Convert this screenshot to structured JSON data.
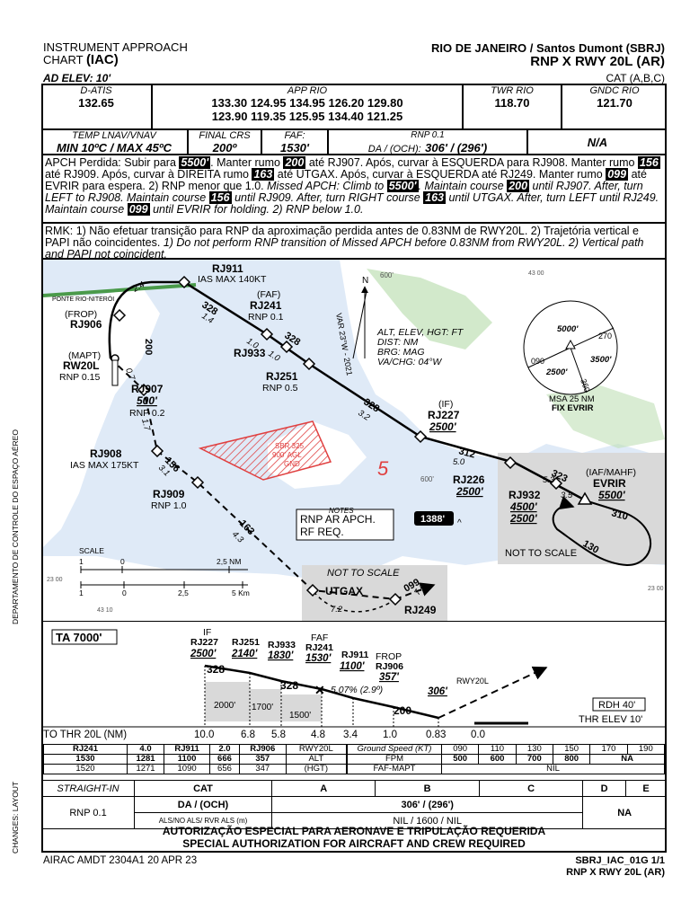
{
  "header": {
    "left_line1": "INSTRUMENT APPROACH",
    "left_line2": "CHART",
    "left_line2_bold": "(IAC)",
    "ad_elev": "AD ELEV: 10'",
    "airport": "RIO DE JANEIRO / Santos Dumont (SBRJ)",
    "procedure": "RNP X RWY 20L (AR)",
    "category": "CAT (A,B,C)"
  },
  "side_label": "DEPARTAMENTO DE CONTROLE DO ESPAÇO AÉREO",
  "side_label2": "CHANGES: LAYOUT",
  "comms": [
    {
      "label": "D-ATIS",
      "value": "132.65"
    },
    {
      "label": "APP RIO",
      "value": "133.30 124.95 134.95 126.20 129.80",
      "value2": "123.90 119.35 125.95 134.40 121.25"
    },
    {
      "label": "TWR RIO",
      "value": "118.70"
    },
    {
      "label": "GNDC RIO",
      "value": "121.70"
    }
  ],
  "row2": {
    "temp_label": "TEMP LNAV/VNAV",
    "temp_value": "MIN 10ºC / MAX 45ºC",
    "crs_label": "FINAL CRS",
    "crs_value": "200º",
    "faf_label": "FAF:",
    "faf_value": "1530'",
    "rnp_label": "RNP 0.1",
    "da_label": "DA / (OCH):",
    "da_value": "306' / (296')",
    "na": "N/A"
  },
  "missed": {
    "pt1": "APCH Perdida: Subir para",
    "alt": "5500'",
    "pt2": ". Manter rumo",
    "c200": "200",
    "pt3": "até RJ907. Após, curvar à ESQUERDA para RJ908. Manter rumo",
    "c156": "156",
    "pt4": "até RJ909. Após, curvar à DIREITA rumo",
    "c163": "163",
    "pt5": "até UTGAX. Após, curvar à ESQUERDA até RJ249. Manter rumo",
    "c099": "099",
    "pt6": "até EVRIR para espera.  2) RNP menor que 1.0.",
    "en1": "Missed APCH: Climb to",
    "en2": ". Maintain course",
    "en3": "until RJ907. After, turn LEFT to RJ908. Maintain course",
    "en4": "until RJ909. After, turn RIGHT course",
    "en5": "until UTGAX. After, turn LEFT until RJ249. Maintain course",
    "en6": "until EVRIR for holding. 2) RNP below 1.0."
  },
  "rmk": {
    "pt": "RMK: 1) Não efetuar transição para RNP da aproximação perdida antes de 0.83NM de RWY20L. 2) Trajetória vertical e PAPI não coincidentes.",
    "en": "1) Do not perform RNP transition of Missed APCH before 0.83NM from RWY20L. 2) Vertical path and PAPI not coincident."
  },
  "plan": {
    "rj911": "RJ911",
    "rj911_ias": "IAS MAX 140KT",
    "faf": "(FAF)",
    "rj241": "RJ241",
    "rj241_rnp": "RNP 0.1",
    "frop": "(FROP)",
    "rj906": "RJ906",
    "mapt": "(MAPT)",
    "rw20l": "RW20L",
    "rw_rnp": "RNP 0.15",
    "rj933": "RJ933",
    "rj251": "RJ251",
    "rj251_rnp": "RNP 0.5",
    "rj907": "RJ907",
    "rj907_alt": "500'",
    "rj907_rnp": "RNP 0.2",
    "if": "(IF)",
    "rj227": "RJ227",
    "rj227_alt": "2500'",
    "rj908": "RJ908",
    "rj908_ias": "IAS MAX 175KT",
    "rj909": "RJ909",
    "rj909_rnp": "RNP 1.0",
    "rj226": "RJ226",
    "rj226_alt": "2500'",
    "rj932": "RJ932",
    "rj932_alt1": "4500'",
    "rj932_alt2": "2500'",
    "iaf": "(IAF/MAHF)",
    "evrir": "EVRIR",
    "evrir_alt": "5500'",
    "utgax": "UTGAX",
    "rj249": "RJ249",
    "ponte": "PONTE RIO-NITERÓI",
    "var": "VAR 23°W - 2021",
    "legend1": "ALT, ELEV, HGT: FT",
    "legend2": "DIST: NM",
    "legend3": "BRG: MAG",
    "legend4": "VA/CHG: 04°W",
    "msa1": "MSA 25 NM",
    "msa2": "FIX EVRIR",
    "msa_5000": "5000'",
    "msa_3500": "3500'",
    "msa_2500": "2500'",
    "msa_270": "270",
    "msa_090": "090",
    "msa_360": "360",
    "sbr1": "SBR 325",
    "sbr2": "900' AGL",
    "sbr3": "GND",
    "notes": "NOTES",
    "note1": "RNP AR APCH.",
    "note2": "RF REQ.",
    "obst": "1388'",
    "nts1": "NOT TO SCALE",
    "nts2": "NOT TO SCALE",
    "scale": "SCALE",
    "sc_nm": [
      "1",
      "0",
      "2,5  NM"
    ],
    "sc_km": [
      "1",
      "0",
      "2,5",
      "5 Km"
    ],
    "five": "5",
    "crs_328a": "328",
    "crs_328b": "328",
    "crs_328c": "328",
    "crs_328d": "328",
    "crs_200": "200",
    "crs_156": "156",
    "crs_163": "163",
    "crs_099": "099",
    "crs_312": "312",
    "crs_323": "323",
    "crs_310": "310",
    "crs_130": "130",
    "d24": "2.4",
    "d14": "1.4",
    "d10a": "1.0",
    "d10b": "1.0",
    "d07": "0.7",
    "d32": "3.2",
    "d50": "5.0",
    "d17": "1.7",
    "d31": "3.1",
    "d43": "4.3",
    "d72": "7.2",
    "d74": "7.4",
    "d53": "5.3",
    "d35": "3.5",
    "grid_600a": "600'",
    "grid_600b": "600'",
    "grid_4310a": "43 00",
    "grid_4310b": "43 10",
    "grid_2300": "23 00",
    "grid_2300b": "23 00"
  },
  "profile": {
    "ta": "TA 7000'",
    "if": "IF",
    "rj227": "RJ227",
    "rj227_alt": "2500'",
    "rj251": "RJ251",
    "rj251_alt": "2140'",
    "rj933": "RJ933",
    "rj933_alt": "1830'",
    "faf": "FAF",
    "rj241": "RJ241",
    "rj241_alt": "1530'",
    "rj911": "RJ911",
    "rj911_alt": "1100'",
    "frop": "FROP",
    "rj906": "RJ906",
    "rj906_alt": "357'",
    "rw": "RWY20L",
    "rw_alt": "306'",
    "crs_328a": "328",
    "crs_328b": "328",
    "crs_200": "200",
    "grad": "5.07% (2.9º)",
    "msa2000": "2000'",
    "msa1700": "1700'",
    "msa1500": "1500'",
    "rdh": "RDH 40'",
    "thr": "THR ELEV 10'",
    "to_thr": "TO THR 20L (NM)",
    "dists": [
      "10.0",
      "6.8",
      "5.8",
      "4.8",
      "3.4",
      "1.0",
      "0.83",
      "0.0"
    ]
  },
  "alt_table": {
    "r1": [
      "RJ241",
      "4.0",
      "RJ911",
      "2.0",
      "RJ906",
      "RWY20L"
    ],
    "r2": [
      "1530",
      "1281",
      "1100",
      "666",
      "357",
      "ALT"
    ],
    "r3": [
      "1520",
      "1271",
      "1090",
      "656",
      "347",
      "(HGT)"
    ]
  },
  "gs_table": {
    "r1": [
      "Ground Speed (KT)",
      "090",
      "110",
      "130",
      "150",
      "170",
      "190"
    ],
    "r2": [
      "FPM",
      "500",
      "600",
      "700",
      "800",
      "NA"
    ],
    "r3": [
      "FAF-MAPT",
      "NIL"
    ]
  },
  "minima": {
    "straight_in": "STRAIGHT-IN",
    "cat": "CAT",
    "cats": [
      "A",
      "B",
      "C",
      "D",
      "E"
    ],
    "rnp": "RNP 0.1",
    "da_och": "DA / (OCH)",
    "da_val": "306' / (296')",
    "als": "ALS/NO ALS/ RVR ALS (m)",
    "als_val": "NIL / 1600 / NIL",
    "na": "NA"
  },
  "auth": {
    "pt": "AUTORIZAÇÃO ESPECIAL PARA AERONAVE E TRIPULAÇÃO REQUERIDA",
    "en": "SPECIAL AUTHORIZATION FOR AIRCRAFT AND CREW REQUIRED"
  },
  "footer": {
    "airac": "AIRAC AMDT 2304A1  20 APR 23",
    "id": "SBRJ_IAC_01G 1/1",
    "proc": "RNP X RWY 20L (AR)"
  },
  "colors": {
    "water": "#dfeaf7",
    "land": "#ffffff",
    "green": "#bfe0b5",
    "gray_box": "#d9d9d9",
    "restricted": "#e04040"
  }
}
